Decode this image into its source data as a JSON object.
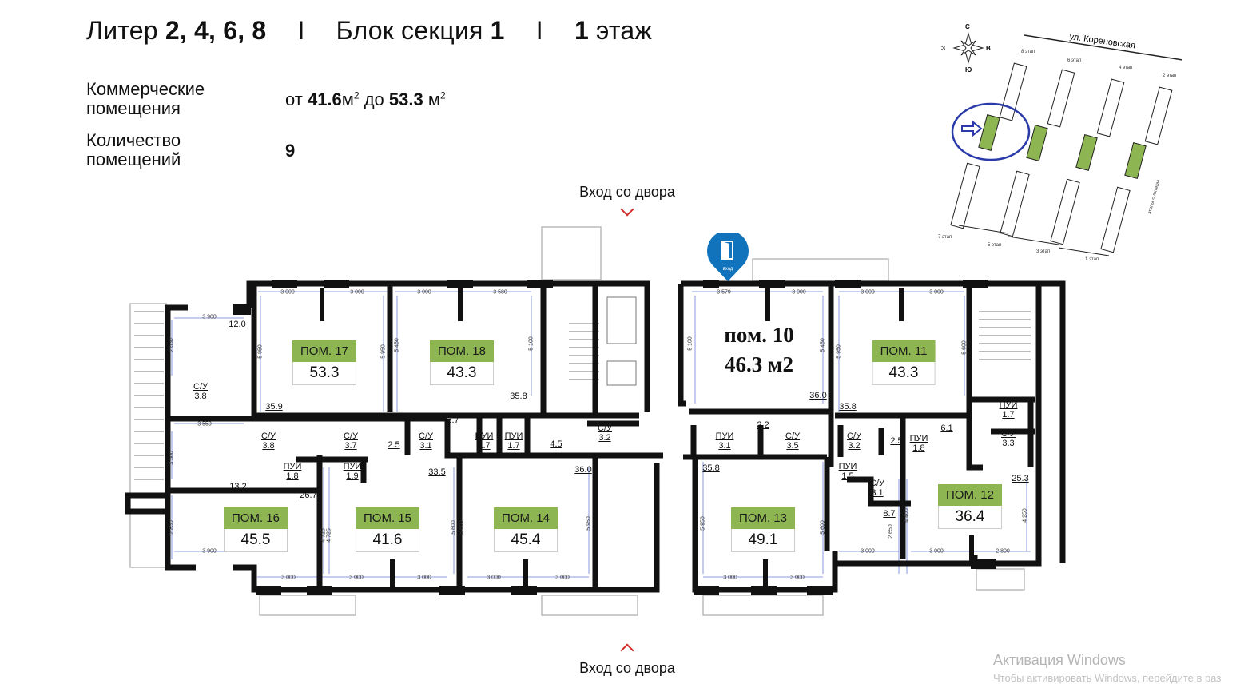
{
  "header": {
    "liter_label": "Литер",
    "liter_value": "2, 4, 6, 8",
    "separator": "I",
    "block_label": "Блок секция",
    "block_value": "1",
    "floor_value": "1",
    "floor_label": "этаж"
  },
  "info": {
    "commercial_label_1": "Коммерческие",
    "commercial_label_2": "помещения",
    "range_from": "от",
    "range_min": "41.6",
    "range_to": "до",
    "range_max": "53.3",
    "unit": "м",
    "unit_sup": "2",
    "count_label_1": "Количество",
    "count_label_2": "помещений",
    "count_value": "9"
  },
  "entrances": {
    "top": "Вход со двора",
    "bottom": "Вход со двора",
    "pin_label": "вход",
    "pin_color": "#1273bd",
    "chevron_color": "#d32b2b"
  },
  "highlight": {
    "title": "пом. 10",
    "area": "46.3 м2"
  },
  "rooms": [
    {
      "name": "ПОМ. 17",
      "area": "53.3"
    },
    {
      "name": "ПОМ. 18",
      "area": "43.3"
    },
    {
      "name": "ПОМ. 16",
      "area": "45.5"
    },
    {
      "name": "ПОМ. 15",
      "area": "41.6"
    },
    {
      "name": "ПОМ. 14",
      "area": "45.4"
    },
    {
      "name": "ПОМ. 13",
      "area": "49.1"
    },
    {
      "name": "ПОМ. 11",
      "area": "43.3"
    },
    {
      "name": "ПОМ. 12",
      "area": "36.4"
    }
  ],
  "room_label_color": "#8db652",
  "utility_rooms": [
    {
      "type": "С/У",
      "area": "3.8"
    },
    {
      "type": "С/У",
      "area": "3.8"
    },
    {
      "type": "С/У",
      "area": "3.7"
    },
    {
      "type": "ПУИ",
      "area": "1.8"
    },
    {
      "type": "ПУИ",
      "area": "1.9"
    },
    {
      "type": "С/У",
      "area": "3.1"
    },
    {
      "type": "ПУИ",
      "area": "1.7"
    },
    {
      "type": "ПУИ",
      "area": "1.7"
    },
    {
      "type": "С/У",
      "area": "3.2"
    },
    {
      "type": "ПУИ",
      "area": "3.1"
    },
    {
      "type": "С/У",
      "area": "3.5"
    },
    {
      "type": "С/У",
      "area": "3.2"
    },
    {
      "type": "ПУИ",
      "area": "1.8"
    },
    {
      "type": "ПУИ",
      "area": "1.5"
    },
    {
      "type": "С/У",
      "area": "3.1"
    },
    {
      "type": "ПУИ",
      "area": "1.7"
    },
    {
      "type": "С/У",
      "area": "3.3"
    }
  ],
  "sub_areas": [
    "12.0",
    "35.9",
    "35.8",
    "2.7",
    "2.5",
    "4.5",
    "33.5",
    "36.0",
    "13.2",
    "26.7",
    "36.0",
    "35.8",
    "3.2",
    "2.5",
    "6.1",
    "35.8",
    "8.7",
    "25.3"
  ],
  "dimensions": [
    "3 000",
    "3 000",
    "3 000",
    "3 580",
    "3 900",
    "3 550",
    "3 900",
    "3 000",
    "3 000",
    "3 000",
    "3 000",
    "3 000",
    "3 579",
    "3 000",
    "3 000",
    "3 000",
    "3 000",
    "3 000",
    "3 000",
    "3 000",
    "2 800",
    "5 950",
    "5 950",
    "5 450",
    "5 100",
    "2 650",
    "3 500",
    "2 850",
    "4 725",
    "4 725",
    "5 600",
    "5 600",
    "5 950",
    "5 100",
    "5 450",
    "5 950",
    "5 600",
    "5 950",
    "5 600",
    "2 650",
    "4 400",
    "4 250"
  ],
  "site_map": {
    "street": "ул. Кореновская",
    "compass": {
      "n": "С",
      "w": "З",
      "e": "В",
      "s": "Ю"
    },
    "stages_top": [
      "8 этап",
      "6 этап",
      "4 этап",
      "2 этап"
    ],
    "stages_bottom": [
      "7 этап",
      "5 этап",
      "3 этап",
      "1 этап"
    ],
    "legend": "этапы = литеры",
    "highlight_color": "#8db652",
    "marker_color": "#2a3aa8"
  },
  "watermark": {
    "line1": "Активация Windows",
    "line2": "Чтобы активировать Windows, перейдите в раз"
  }
}
